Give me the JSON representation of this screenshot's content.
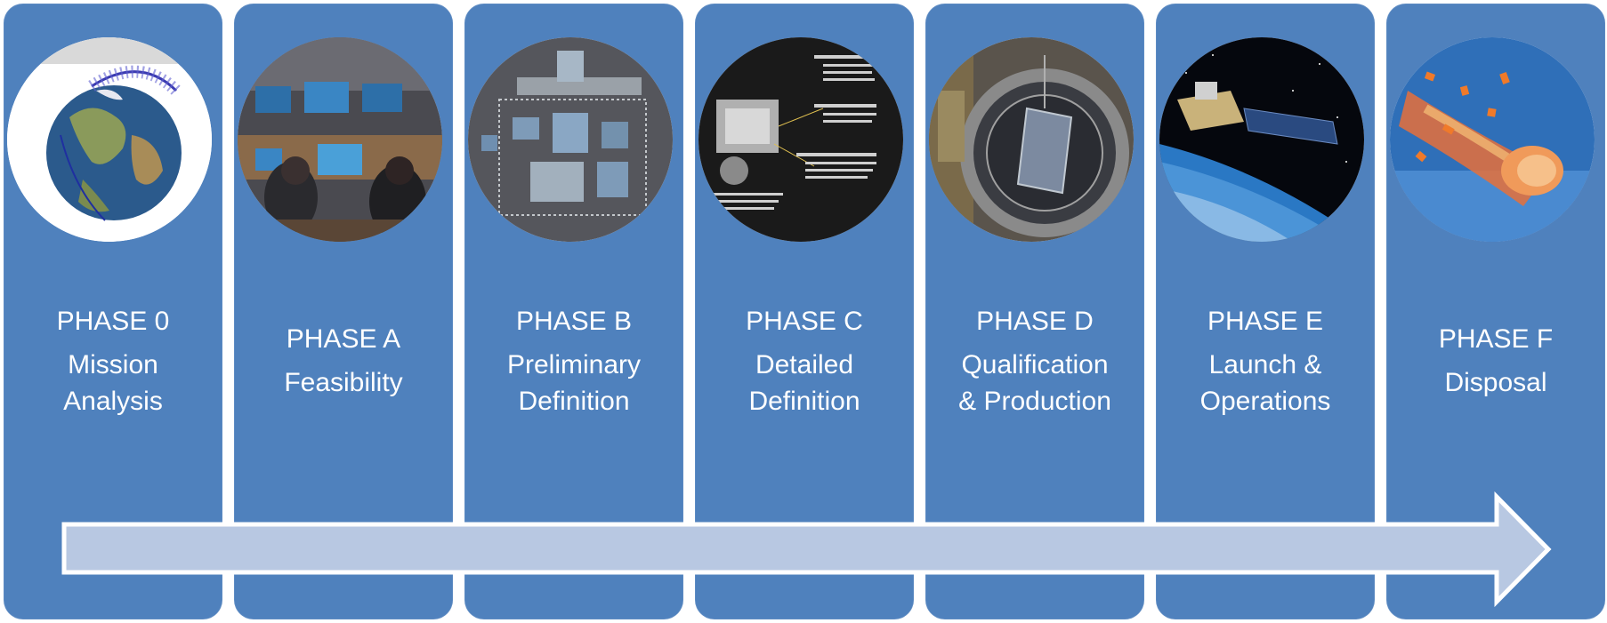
{
  "phases": [
    {
      "phase": "PHASE 0",
      "title_lines": [
        "Mission",
        "Analysis"
      ],
      "image": "earth-orbit-image"
    },
    {
      "phase": "PHASE A",
      "title_lines": [
        "Feasibility"
      ],
      "image": "control-room-image"
    },
    {
      "phase": "PHASE B",
      "title_lines": [
        "Preliminary",
        "Definition"
      ],
      "image": "cad-model-image"
    },
    {
      "phase": "PHASE C",
      "title_lines": [
        "Detailed",
        "Definition"
      ],
      "image": "instrument-poster-image"
    },
    {
      "phase": "PHASE D",
      "title_lines": [
        "Qualification",
        "& Production"
      ],
      "image": "test-chamber-image"
    },
    {
      "phase": "PHASE E",
      "title_lines": [
        "Launch &",
        "Operations"
      ],
      "image": "satellite-orbit-image"
    },
    {
      "phase": "PHASE F",
      "title_lines": [
        "Disposal"
      ],
      "image": "reentry-image"
    }
  ],
  "colors": {
    "card": "#4f81bd",
    "arrow_fill": "#b8c8e2",
    "text": "#ffffff"
  }
}
